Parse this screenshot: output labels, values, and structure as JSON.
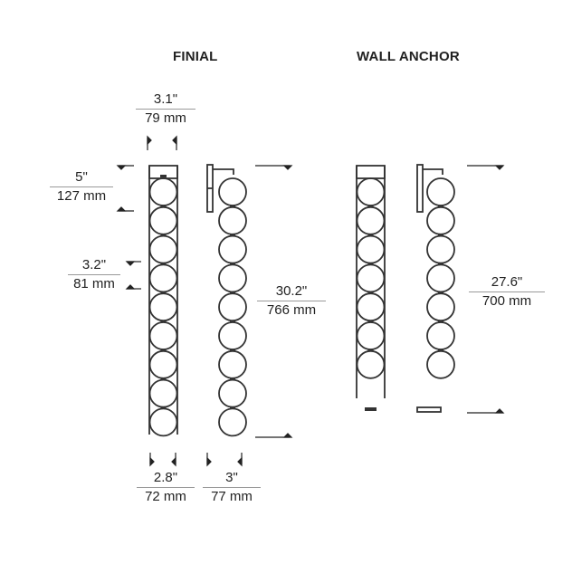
{
  "titles": {
    "finial": "FINIAL",
    "wall_anchor": "WALL ANCHOR"
  },
  "dimensions": {
    "finial_top_width": {
      "imperial": "3.1\"",
      "metric": "79 mm"
    },
    "finial_canopy_height": {
      "imperial": "5\"",
      "metric": "127 mm"
    },
    "finial_sphere_pitch": {
      "imperial": "3.2\"",
      "metric": "81 mm"
    },
    "finial_overall_height": {
      "imperial": "30.2\"",
      "metric": "766 mm"
    },
    "finial_front_width": {
      "imperial": "2.8\"",
      "metric": "72 mm"
    },
    "finial_side_depth": {
      "imperial": "3\"",
      "metric": "77 mm"
    },
    "wall_anchor_overall_height": {
      "imperial": "27.6\"",
      "metric": "700 mm"
    }
  },
  "figures": {
    "finial_spheres": 9,
    "wall_anchor_spheres": 7
  },
  "colors": {
    "line": "#333333",
    "divider": "#999999",
    "background": "#ffffff"
  }
}
